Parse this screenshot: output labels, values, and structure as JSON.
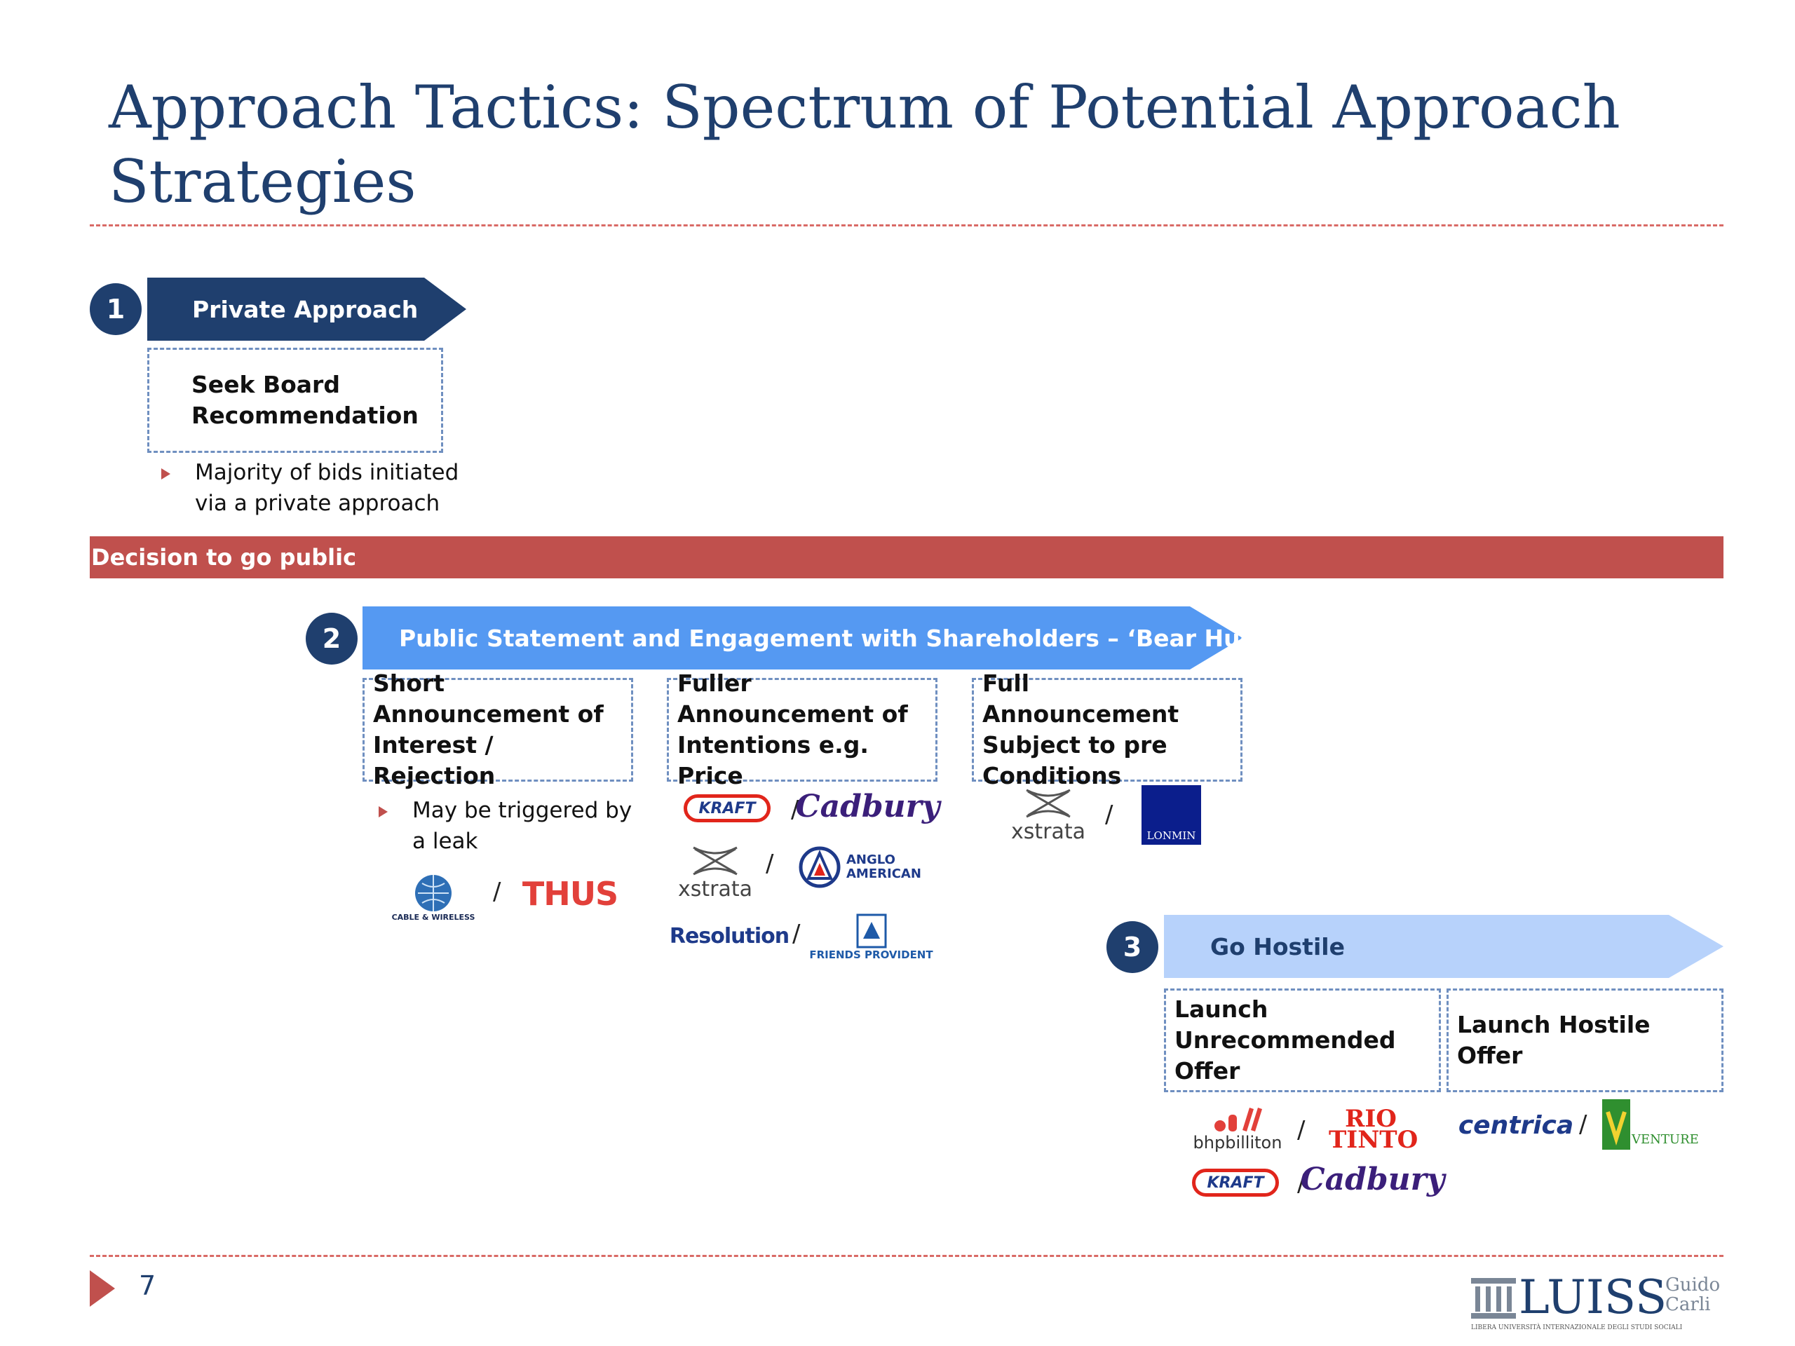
{
  "title": "Approach Tactics: Spectrum of Potential Approach Strategies",
  "step1": {
    "number": "1",
    "arrow_label": "Private Approach",
    "box": "Seek Board Recommendation",
    "bullet": "Majority of bids initiated via a private approach"
  },
  "decision_bar": "Decision to go public",
  "step2": {
    "number": "2",
    "arrow_label": "Public Statement and Engagement with Shareholders – ‘Bear Hug’",
    "boxes": [
      "Short Announcement of Interest / Rejection",
      "Fuller Announcement of Intentions e.g. Price",
      "Full Announcement Subject to pre Conditions"
    ],
    "bullet": "May be triggered by a leak"
  },
  "step3": {
    "number": "3",
    "arrow_label": "Go Hostile",
    "boxes": [
      "Launch Unrecommended Offer",
      "Launch Hostile Offer"
    ]
  },
  "logos": {
    "cable_wireless": "CABLE & WIRELESS",
    "thus": "THUS",
    "kraft": "KRAFT",
    "cadbury": "Cadbury",
    "xstrata": "xstrata",
    "anglo": "ANGLO AMERICAN",
    "resolution": "Resolution",
    "friends": "FRIENDS PROVIDENT",
    "lonmin": "LONMIN",
    "bhp": "bhpbilliton",
    "rio": "RIO TINTO",
    "centrica": "centrica",
    "venture": "VENTURE",
    "slash": "/"
  },
  "footer": {
    "page_number": "7",
    "brand": "LUISS",
    "brand_sub1": "Guido",
    "brand_sub2": "Carli",
    "brand_tagline": "LIBERA UNIVERSITÀ INTERNAZIONALE DEGLI STUDI SOCIALI"
  },
  "colors": {
    "navy": "#1f3f6e",
    "red_bar": "#c0504d",
    "blue_arrow": "#5599f2",
    "light_arrow": "#b7d2fb",
    "dashed_rule": "#d96a66"
  }
}
